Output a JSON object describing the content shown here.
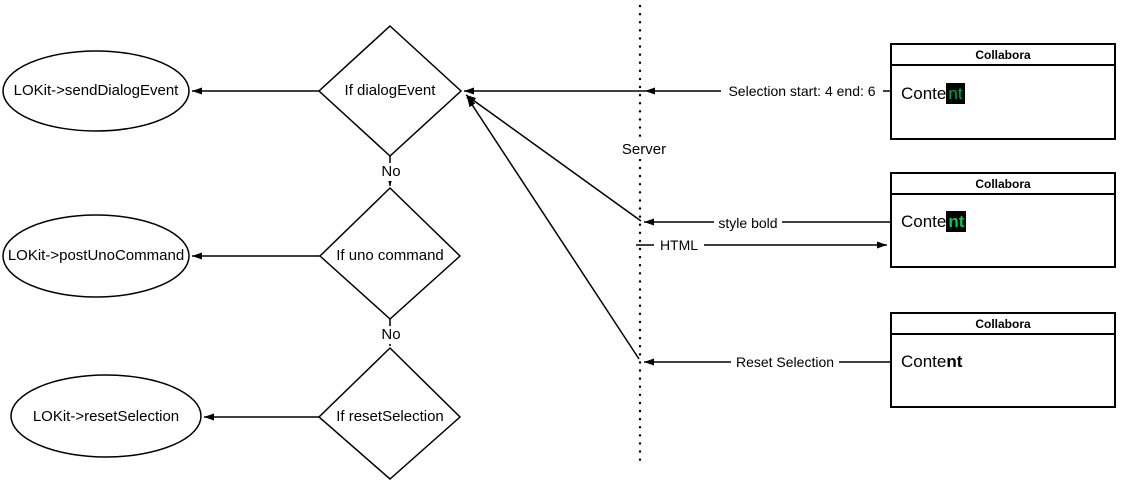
{
  "nodes": {
    "ellipses": [
      {
        "label": "LOKit->sendDialogEvent"
      },
      {
        "label": "LOKit->postUnoCommand"
      },
      {
        "label": "LOKit->resetSelection"
      }
    ],
    "diamonds": [
      {
        "label": "If dialogEvent",
        "branch_label": "No"
      },
      {
        "label": "If uno command",
        "branch_label": "No"
      },
      {
        "label": "If resetSelection"
      }
    ]
  },
  "server": {
    "label": "Server"
  },
  "messages": {
    "selection": {
      "label": "Selection start: 4 end: 6"
    },
    "style_bold": {
      "label": "style bold"
    },
    "html": {
      "label": "HTML"
    },
    "reset_selection": {
      "label": "Reset Selection"
    }
  },
  "boxes": [
    {
      "title": "Collabora",
      "content_prefix": "Conte",
      "content_highlight": "nt"
    },
    {
      "title": "Collabora",
      "content_prefix": "Conte",
      "content_highlight": "nt"
    },
    {
      "title": "Collabora",
      "content_prefix": "Conte",
      "content_bold": "nt"
    }
  ],
  "colors": {
    "stroke": "#000000",
    "highlight_bg": "#000000",
    "highlight_text_box1": "#00a651",
    "highlight_text_box2": "#00c853",
    "background": "#ffffff"
  }
}
